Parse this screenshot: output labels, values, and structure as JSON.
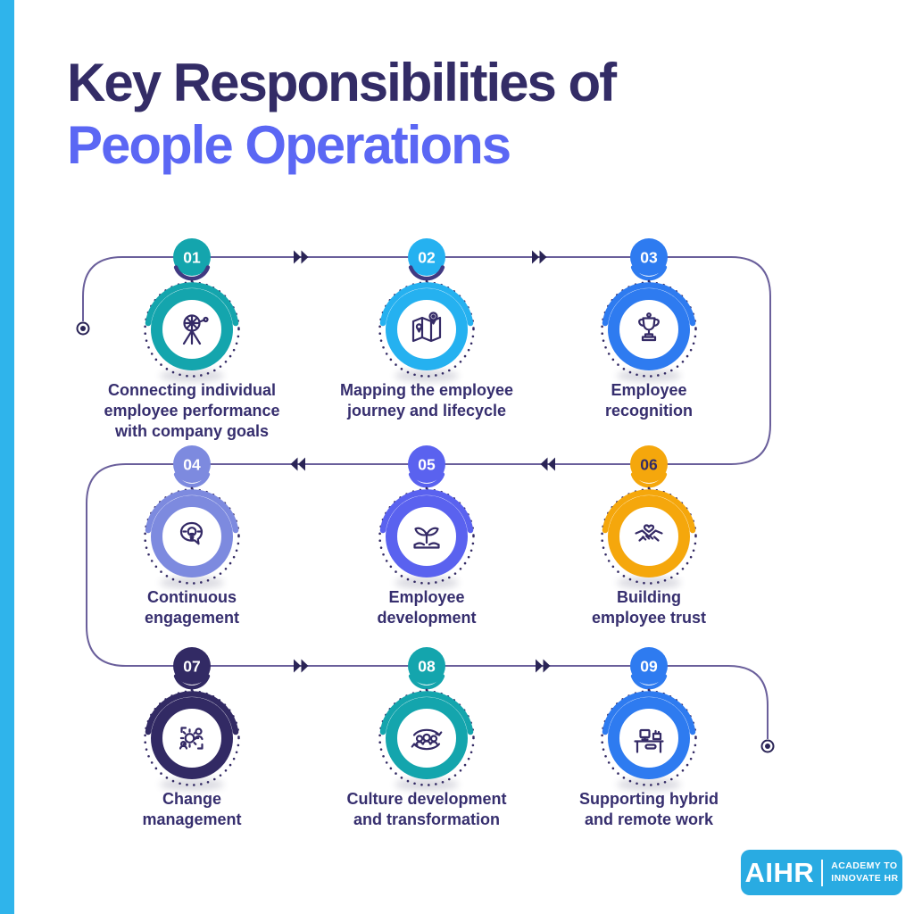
{
  "theme": {
    "stripe": "#2FB4EB",
    "line": "#6A5F9B",
    "arrow": "#2A2456",
    "title1": "#332C66",
    "title2": "#5B67F4",
    "label": "#362E6E",
    "logobg": "#29ABE2",
    "icon": "#342A66",
    "dot": "#332A64"
  },
  "title": {
    "line1": "Key Responsibilities of",
    "line2": "People Operations"
  },
  "items": [
    {
      "num": "01",
      "color": "#14A5AD",
      "arc_color": "#413A82",
      "num_color": "#FFFFFF",
      "icon": "performance-wheel-icon",
      "label_lines": [
        "Connecting individual",
        "employee performance",
        "with company goals"
      ]
    },
    {
      "num": "02",
      "color": "#25B1F0",
      "arc_color": "#413A82",
      "num_color": "#FFFFFF",
      "icon": "map-pins-icon",
      "label_lines": [
        "Mapping the employee",
        "journey and lifecycle"
      ]
    },
    {
      "num": "03",
      "color": "#2E7BF0",
      "arc_color": "#2E7BF0",
      "num_color": "#FFFFFF",
      "icon": "trophy-icon",
      "label_lines": [
        "Employee",
        "recognition"
      ]
    },
    {
      "num": "04",
      "color": "#7D8ADF",
      "arc_color": "#7D8ADF",
      "num_color": "#FFFFFF",
      "icon": "speech-bulb-icon",
      "label_lines": [
        "Continuous",
        "engagement"
      ]
    },
    {
      "num": "05",
      "color": "#5A62EF",
      "arc_color": "#5A62EF",
      "num_color": "#FFFFFF",
      "icon": "growth-plant-icon",
      "label_lines": [
        "Employee",
        "development"
      ]
    },
    {
      "num": "06",
      "color": "#F5A70C",
      "arc_color": "#F5A70C",
      "num_color": "#332C66",
      "icon": "handshake-heart-icon",
      "label_lines": [
        "Building",
        "employee trust"
      ]
    },
    {
      "num": "07",
      "color": "#322A64",
      "arc_color": "#322A64",
      "num_color": "#FFFFFF",
      "icon": "gear-person-icon",
      "label_lines": [
        "Change",
        "management"
      ]
    },
    {
      "num": "08",
      "color": "#14A5AD",
      "arc_color": "#14A5AD",
      "num_color": "#FFFFFF",
      "icon": "people-cycle-icon",
      "label_lines": [
        "Culture development",
        "and transformation"
      ]
    },
    {
      "num": "09",
      "color": "#2E7BF0",
      "arc_color": "#2E7BF0",
      "num_color": "#FFFFFF",
      "icon": "remote-desk-icon",
      "label_lines": [
        "Supporting hybrid",
        "and remote work"
      ]
    }
  ],
  "logo": {
    "text": "AIHR",
    "tagline_line1": "ACADEMY TO",
    "tagline_line2": "INNOVATE HR"
  }
}
